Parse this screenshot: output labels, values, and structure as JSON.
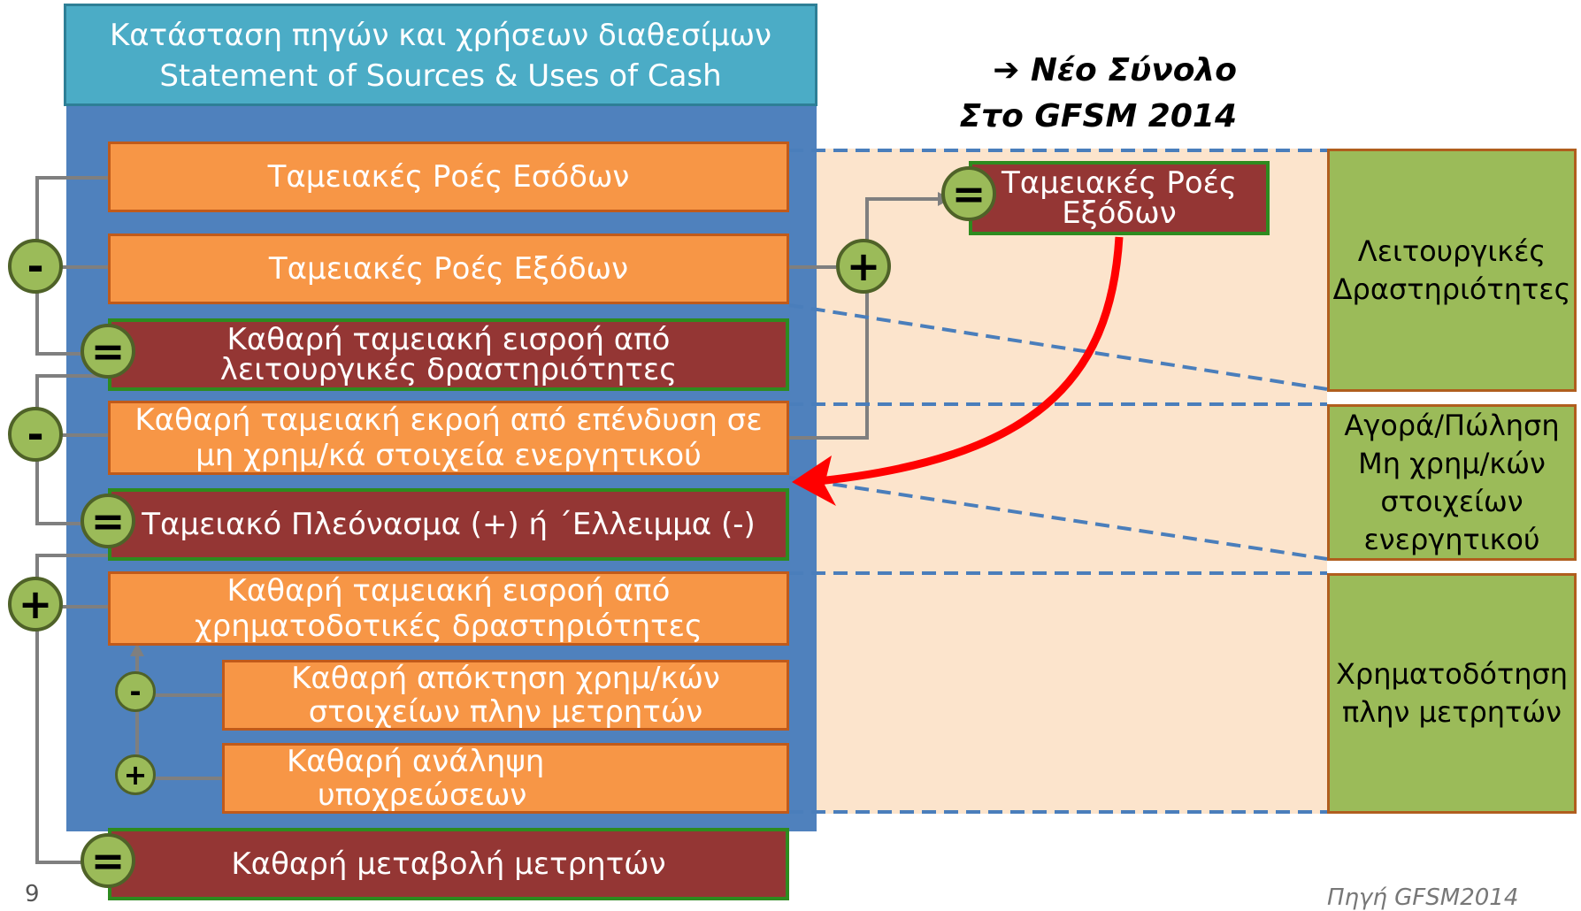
{
  "title": {
    "line1": "Κατάσταση πηγών και χρήσεων διαθεσίμων",
    "line2": "Statement of Sources & Uses of Cash"
  },
  "heading": {
    "line1": "➔ Νέο Σύνολο",
    "line2": "Στο GFSM 2014"
  },
  "rows": {
    "revenue_flows": "Ταμειακές Ροές Εσόδων",
    "expense_flows": "Ταμειακές Ροές Εξόδων",
    "net_operating_1": "Καθαρή ταμειακή εισροή από",
    "net_operating_2": "λειτουργικές δραστηριότητες",
    "net_invest_1": "Καθαρή ταμειακή εκροή από επένδυση σε",
    "net_invest_2": "μη χρημ/κά στοιχεία ενεργητικού",
    "surplus_deficit": "Ταμειακό Πλεόνασμα (+) ή ΄Ελλειμμα (-)",
    "net_financing_1": "Καθαρή ταμειακή εισροή από",
    "net_financing_2": "χρηματοδοτικές δραστηριότητες",
    "acq_fin_assets_1": "Καθαρή απόκτηση χρημ/κών",
    "acq_fin_assets_2": "στοιχείων πλην μετρητών",
    "liabilities_1": "Καθαρή ανάληψη",
    "liabilities_2": "υποχρεώσεων",
    "net_change_cash": "Καθαρή μεταβολή μετρητών"
  },
  "new_total": {
    "line1": "Ταμειακές Ροές",
    "line2": "Εξόδων"
  },
  "categories": {
    "operating_1": "Λειτουργικές",
    "operating_2": "Δραστηριότητες",
    "nonfin_1": "Αγορά/Πώληση",
    "nonfin_2": "Μη χρημ/κών",
    "nonfin_3": "στοιχείων",
    "nonfin_4": "ενεργητικού",
    "financing_1": "Χρηματοδότηση",
    "financing_2": "πλην μετρητών"
  },
  "operators": {
    "minus": "-",
    "plus": "+",
    "equals": "="
  },
  "page_number": "9",
  "footer": "Πηγή GFSM2014",
  "colors": {
    "title_bg": "#4BACC6",
    "panel_blue": "#4F81BD",
    "orange": "#F79646",
    "maroon": "#943634",
    "green": "#9BBB59",
    "peach": "#FCE4CC",
    "dashed_line": "#4A7EBB",
    "red_arrow": "#FF0000"
  }
}
